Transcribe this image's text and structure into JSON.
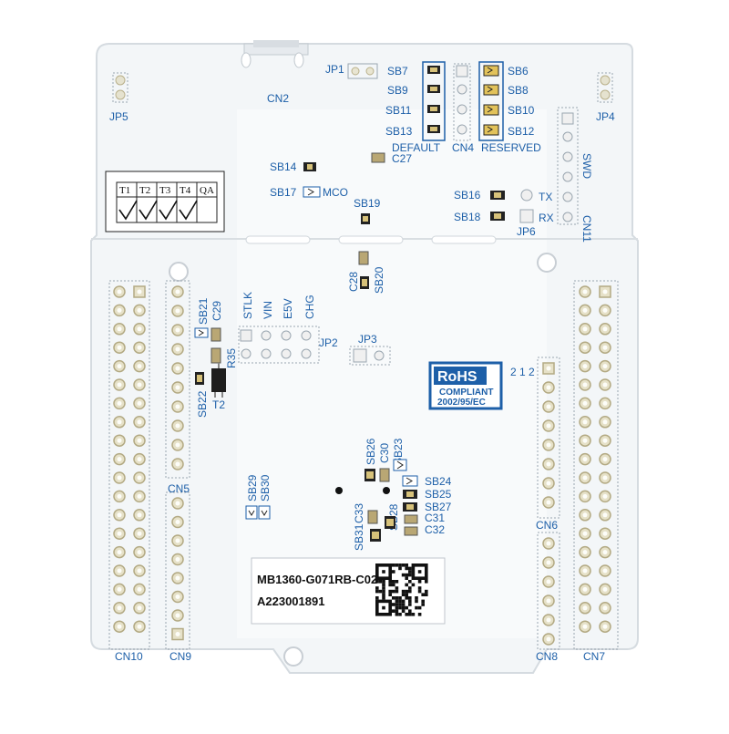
{
  "colors": {
    "board": "#f3f6f8",
    "silkscreen": "#1d5fa8",
    "pad": "#c9a640",
    "hole": "#ffffff"
  },
  "labels": {
    "cn2": "CN2",
    "jp1": "JP1",
    "jp5": "JP5",
    "jp4": "JP4",
    "jp6": "JP6",
    "jp2": "JP2",
    "jp3": "JP3",
    "sb6": "SB6",
    "sb7": "SB7",
    "sb8": "SB8",
    "sb9": "SB9",
    "sb10": "SB10",
    "sb11": "SB11",
    "sb12": "SB12",
    "sb13": "SB13",
    "default": "DEFAULT",
    "cn4": "CN4",
    "reserved": "RESERVED",
    "sb14": "SB14",
    "c27": "C27",
    "sb17": "SB17",
    "mco": "MCO",
    "sb19": "SB19",
    "sb16": "SB16",
    "tx": "TX",
    "sb18": "SB18",
    "rx": "RX",
    "swd": "SWD",
    "cn11": "CN11",
    "t1": "T1",
    "t2": "T2",
    "t3": "T3",
    "t4": "T4",
    "qa": "QA",
    "c28": "C28",
    "sb20": "SB20",
    "sb21": "SB21",
    "c29": "C29",
    "stlk": "STLK",
    "vin": "VIN",
    "e5v": "E5V",
    "chg": "CHG",
    "r35": "R35",
    "t2_transistor": "T2",
    "sb22": "SB22",
    "rohs": "RoHS",
    "compliant": "COMPLIANT",
    "rohs_year": "2002/95/EC",
    "sb26": "SB26",
    "c30": "C30",
    "sb23": "SB23",
    "sb29": "SB29",
    "sb30": "SB30",
    "sb24": "SB24",
    "sb25": "SB25",
    "sb27": "SB27",
    "c31": "C31",
    "c32": "C32",
    "sb31": "SB31",
    "c33": "C33",
    "sb28": "SB28",
    "cn5": "CN5",
    "cn6": "CN6",
    "cn7": "CN7",
    "cn8": "CN8",
    "cn9": "CN9",
    "cn10": "CN10",
    "pin_marks": "2 1 2"
  },
  "sticker": {
    "line1": "MB1360-G071RB-C02",
    "line2": "A223001891"
  }
}
